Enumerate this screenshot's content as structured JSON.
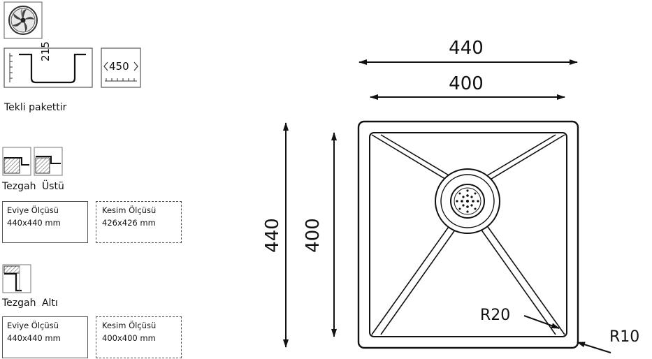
{
  "left_panel": {
    "depth_value": "215",
    "width_value": "450",
    "package_text": "Tekli pakettir",
    "top_mount": {
      "caption_a": "Tezgah",
      "caption_b": "Üstü",
      "sink_box": {
        "title": "Eviye Ölçüsü",
        "value": "440x440 mm"
      },
      "cut_box": {
        "title": "Kesim Ölçüsü",
        "value": "426x426 mm"
      }
    },
    "under_mount": {
      "caption_a": "Tezgah",
      "caption_b": "Altı",
      "sink_box": {
        "title": "Eviye Ölçüsü",
        "value": "440x440 mm"
      },
      "cut_box": {
        "title": "Kesim Ölçüsü",
        "value": "400x400 mm"
      }
    }
  },
  "drawing": {
    "outer_width": "440",
    "inner_width": "400",
    "outer_height": "440",
    "inner_height": "400",
    "inner_radius_label": "R20",
    "outer_radius_label": "R10"
  }
}
